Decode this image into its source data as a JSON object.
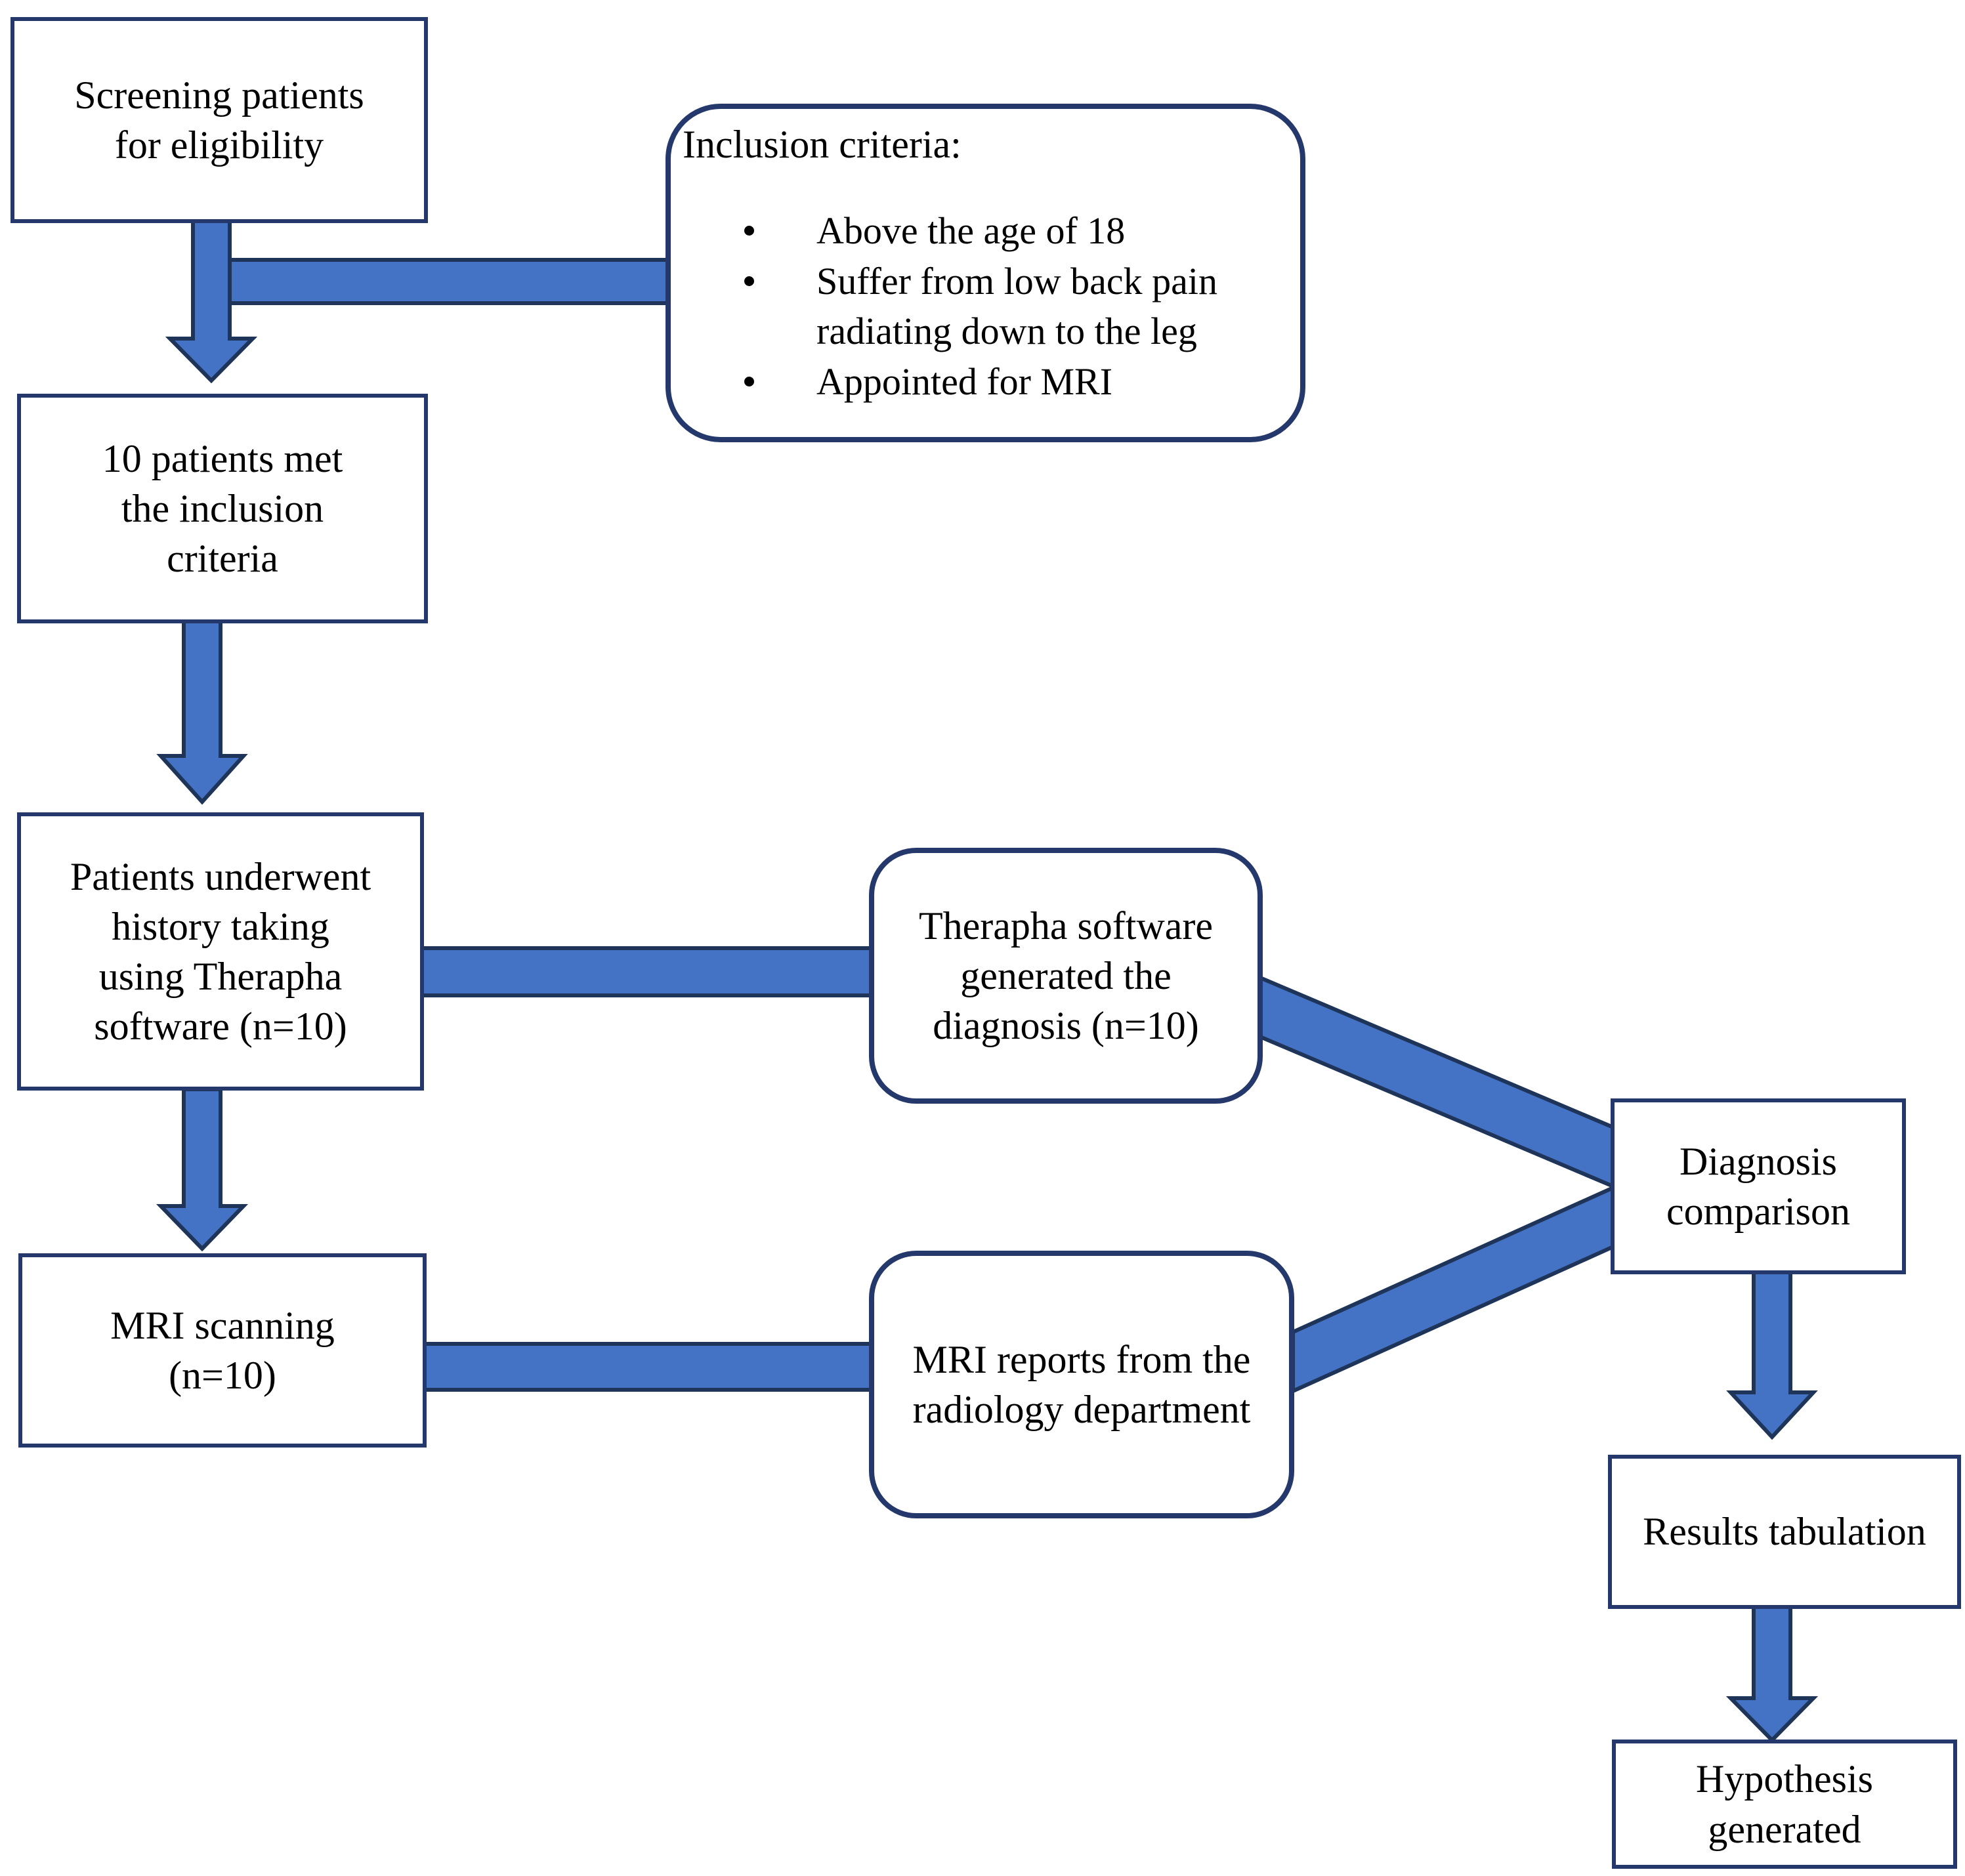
{
  "title": "Study methodology flowchart",
  "colors": {
    "box_border": "#24386B",
    "arrow_fill": "#4472C4",
    "arrow_stroke": "#1F3459",
    "text_color": "#000000"
  },
  "nodes": {
    "screening": {
      "lines": [
        "Screening patients",
        "for eligibility"
      ]
    },
    "met_criteria": {
      "lines": [
        "10 patients met",
        "the inclusion",
        "criteria"
      ]
    },
    "history_taking": {
      "lines": [
        "Patients underwent",
        "history taking",
        "using Therapha",
        "software (n=10)"
      ]
    },
    "mri_scanning": {
      "lines": [
        "MRI scanning",
        "(n=10)"
      ]
    },
    "inclusion": {
      "title": "Inclusion criteria:",
      "bullets": [
        [
          "Above the age of 18"
        ],
        [
          "Suffer from low back pain",
          "radiating down to the leg"
        ],
        [
          "Appointed for MRI"
        ]
      ]
    },
    "therapha_generated": {
      "lines": [
        "Therapha software",
        "generated the",
        "diagnosis (n=10)"
      ]
    },
    "mri_reports": {
      "lines": [
        "MRI reports from the",
        "radiology department"
      ]
    },
    "diagnosis_comparison": {
      "lines": [
        "Diagnosis",
        "comparison"
      ]
    },
    "results_tabulation": {
      "lines": [
        "Results tabulation"
      ]
    },
    "hypothesis_generated": {
      "lines": [
        "Hypothesis",
        "generated"
      ]
    }
  },
  "connectors": [
    {
      "from": "screening",
      "to": "met_criteria",
      "type": "arrow-down"
    },
    {
      "from": "screening-arrow",
      "to": "inclusion",
      "type": "bar-right"
    },
    {
      "from": "met_criteria",
      "to": "history_taking",
      "type": "arrow-down"
    },
    {
      "from": "history_taking",
      "to": "therapha_generated",
      "type": "bar-right"
    },
    {
      "from": "history_taking",
      "to": "mri_scanning",
      "type": "arrow-down"
    },
    {
      "from": "mri_scanning",
      "to": "mri_reports",
      "type": "bar-right"
    },
    {
      "from": "therapha_generated",
      "to": "diagnosis_comparison",
      "type": "bar-diagonal-down"
    },
    {
      "from": "mri_reports",
      "to": "diagnosis_comparison",
      "type": "bar-diagonal-up"
    },
    {
      "from": "diagnosis_comparison",
      "to": "results_tabulation",
      "type": "arrow-down"
    },
    {
      "from": "results_tabulation",
      "to": "hypothesis_generated",
      "type": "arrow-down"
    }
  ]
}
